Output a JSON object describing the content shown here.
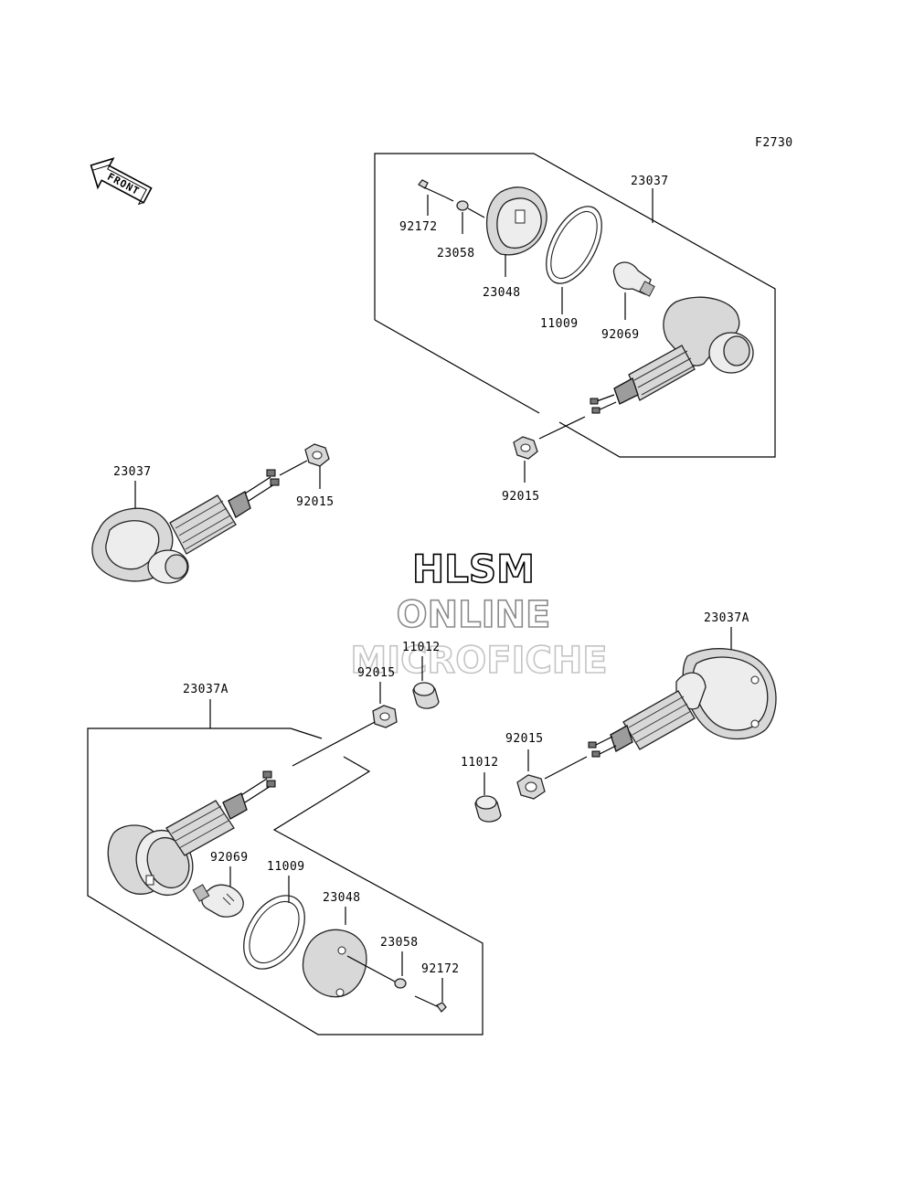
{
  "figure_code": "F2730",
  "front_label": "FRONT",
  "watermark": {
    "line1": "HLSM",
    "line2": "ONLINE",
    "line3": "MICROFICHE"
  },
  "parts": {
    "p_23037_top": "23037",
    "p_92172_top": "92172",
    "p_23058_top": "23058",
    "p_23048_top": "23048",
    "p_11009_top": "11009",
    "p_92069_top": "92069",
    "p_92015_top": "92015",
    "p_23037_left": "23037",
    "p_92015_left": "92015",
    "p_23037A_right": "23037A",
    "p_11012_mid": "11012",
    "p_92015_mid": "92015",
    "p_92015_right": "92015",
    "p_11012_right": "11012",
    "p_23037A_bottom": "23037A",
    "p_92069_bottom": "92069",
    "p_11009_bottom": "11009",
    "p_23048_bottom": "23048",
    "p_23058_bottom": "23058",
    "p_92172_bottom": "92172"
  }
}
